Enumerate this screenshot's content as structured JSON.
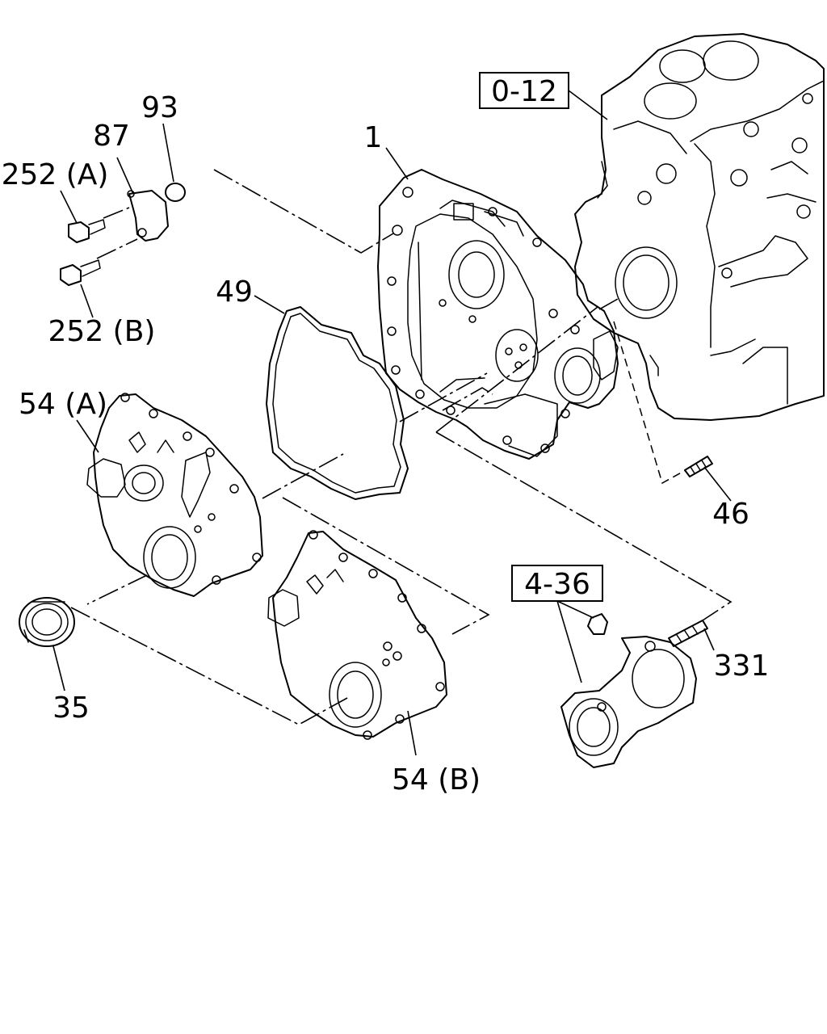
{
  "callouts": {
    "c_1": "1",
    "c_35": "35",
    "c_46": "46",
    "c_49": "49",
    "c_54a": "54 (A)",
    "c_54b": "54 (B)",
    "c_87": "87",
    "c_93": "93",
    "c_252a": "252 (A)",
    "c_252b": "252 (B)",
    "c_331": "331"
  },
  "references": {
    "ref_0_12": "0-12",
    "ref_4_36": "4-36"
  }
}
